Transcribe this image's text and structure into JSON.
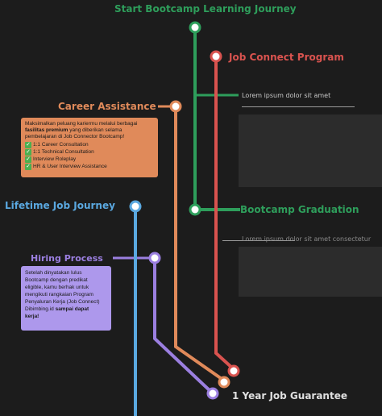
{
  "colors": {
    "green": "#2e9e5b",
    "red": "#d9534f",
    "orange": "#e08a5a",
    "blue": "#5aa8e0",
    "purple": "#9b7fe0",
    "background": "#1c1c1c",
    "orange_card": "#e08a5a",
    "purple_card": "#ad98ec"
  },
  "stations": {
    "start": "Start Bootcamp Learning Journey",
    "job_connect": "Job Connect Program",
    "career_assistance": "Career Assistance",
    "graduation": "Bootcamp Graduation",
    "lifetime": "Lifetime Job Journey",
    "hiring": "Hiring Process",
    "end": "1 Year Job Guarantee"
  },
  "career_card": {
    "intro_1": "Maksimalkan peluang kariermu melalui berbagai",
    "intro_2_bold": "fasilitas premium",
    "intro_2_rest": " yang diberikan selama",
    "intro_3": "pembelajaran di Job Connector Bootcamp!",
    "items": [
      "1:1 Career Consultation",
      "1:1 Technical Consultation",
      "Interview Roleplay",
      "HR & User Interview Assistance"
    ]
  },
  "hiring_card": {
    "line_1": "Setelah dinyatakan lulus",
    "line_2": "Bootcamp dengan predikat",
    "line_3": "eligible, kamu berhak untuk",
    "line_4": "mengikuti rangkaian Program",
    "line_5": "Penyaluran Kerja (Job Connect)",
    "line_6_a": "Dibimbing.id ",
    "line_6_b": "sampai dapat",
    "line_7": "kerja!"
  },
  "dim_notes": {
    "note_1": "Lorem ipsum dolor sit amet",
    "note_2": "Lorem ipsum dolor sit amet consectetur"
  }
}
